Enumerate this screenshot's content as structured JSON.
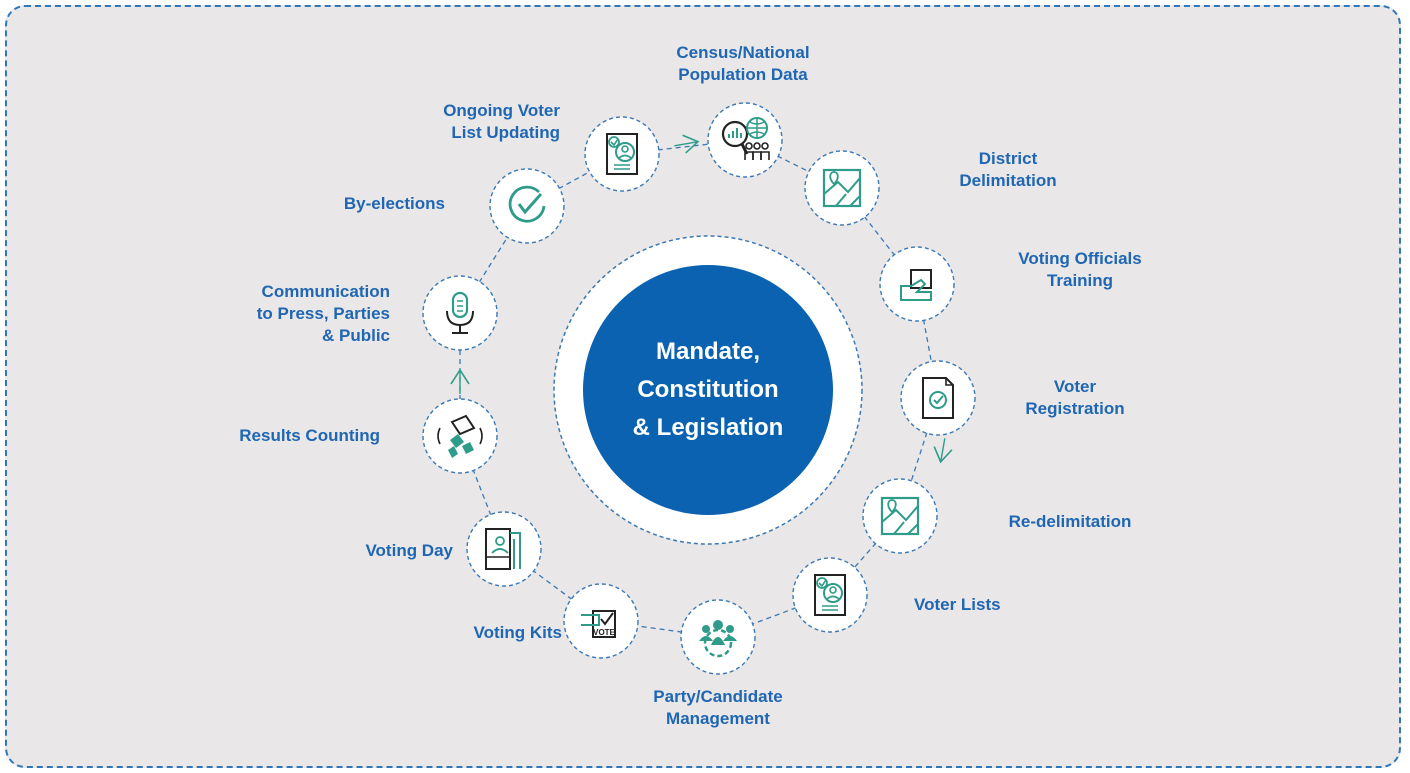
{
  "center": {
    "label": "Mandate,\nConstitution\n& Legislation",
    "fill_color": "#0b62b0"
  },
  "colors": {
    "background": "#e9e7e8",
    "label": "#1f66b3",
    "icon": "#2e9c89",
    "dashed_border": "#2f77b8"
  },
  "nodes": [
    {
      "id": "census",
      "label": "Census/National\nPopulation Data",
      "icon": "census-data-icon"
    },
    {
      "id": "district-delimitation",
      "label": "District\nDelimitation",
      "icon": "map-icon"
    },
    {
      "id": "voting-officials-training",
      "label": "Voting Officials\nTraining",
      "icon": "hand-ballot-icon"
    },
    {
      "id": "voter-registration",
      "label": "Voter\nRegistration",
      "icon": "document-check-icon"
    },
    {
      "id": "re-delimitation",
      "label": "Re-delimitation",
      "icon": "map-icon"
    },
    {
      "id": "voter-lists",
      "label": "Voter Lists",
      "icon": "voter-list-icon"
    },
    {
      "id": "party-candidate-management",
      "label": "Party/Candidate\nManagement",
      "icon": "people-gear-icon"
    },
    {
      "id": "voting-kits",
      "label": "Voting Kits",
      "icon": "ballot-box-vote-icon"
    },
    {
      "id": "voting-day",
      "label": "Voting Day",
      "icon": "voting-booth-icon"
    },
    {
      "id": "results-counting",
      "label": "Results Counting",
      "icon": "ballot-count-icon"
    },
    {
      "id": "communication",
      "label": "Communication\nto Press, Parties\n& Public",
      "icon": "microphone-icon"
    },
    {
      "id": "by-elections",
      "label": "By-elections",
      "icon": "check-badge-icon"
    },
    {
      "id": "ongoing-voter-list-updating",
      "label": "Ongoing Voter\nList Updating",
      "icon": "voter-list-icon"
    }
  ]
}
